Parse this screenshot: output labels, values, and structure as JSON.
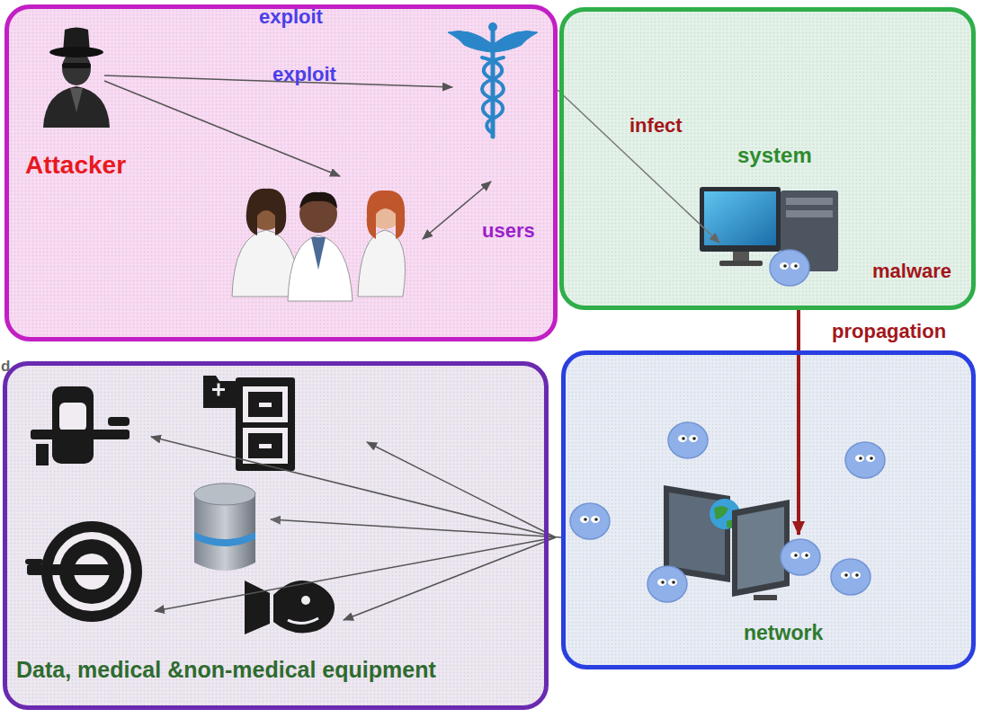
{
  "diagram": {
    "nodes": [
      {
        "text": [
          "Attacker",
          "users"
        ]
      },
      {
        "text": [
          "system",
          "malware"
        ]
      },
      {
        "text": [
          "network"
        ]
      },
      {
        "text": [
          "Data, medical &non-medical equipment"
        ]
      }
    ],
    "edges": [
      {
        "from": 0,
        "to": 1,
        "arrow": "to",
        "label": "infect"
      },
      {
        "from": 1,
        "to": 2,
        "arrow": "to",
        "label": "propagation"
      },
      {
        "from": 2,
        "to": 3,
        "arrow": "to"
      }
    ],
    "labels": [
      "exploit",
      "exploit",
      "d"
    ]
  }
}
